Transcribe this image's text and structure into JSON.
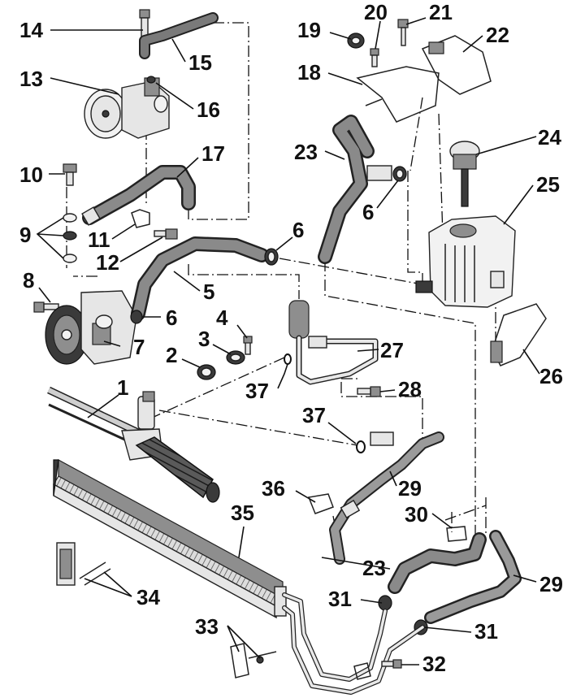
{
  "diagram": {
    "callouts": [
      {
        "id": "c14",
        "text": "14"
      },
      {
        "id": "c15",
        "text": "15"
      },
      {
        "id": "c13",
        "text": "13"
      },
      {
        "id": "c16",
        "text": "16"
      },
      {
        "id": "c17",
        "text": "17"
      },
      {
        "id": "c10",
        "text": "10"
      },
      {
        "id": "c9",
        "text": "9"
      },
      {
        "id": "c11",
        "text": "11"
      },
      {
        "id": "c12",
        "text": "12"
      },
      {
        "id": "c8",
        "text": "8"
      },
      {
        "id": "c5",
        "text": "5"
      },
      {
        "id": "c6a",
        "text": "6"
      },
      {
        "id": "c6b",
        "text": "6"
      },
      {
        "id": "c6c",
        "text": "6"
      },
      {
        "id": "c7",
        "text": "7"
      },
      {
        "id": "c4",
        "text": "4"
      },
      {
        "id": "c3",
        "text": "3"
      },
      {
        "id": "c2",
        "text": "2"
      },
      {
        "id": "c1",
        "text": "1"
      },
      {
        "id": "c37a",
        "text": "37"
      },
      {
        "id": "c37b",
        "text": "37"
      },
      {
        "id": "c19",
        "text": "19"
      },
      {
        "id": "c20",
        "text": "20"
      },
      {
        "id": "c21",
        "text": "21"
      },
      {
        "id": "c22",
        "text": "22"
      },
      {
        "id": "c18",
        "text": "18"
      },
      {
        "id": "c23a",
        "text": "23"
      },
      {
        "id": "c23b",
        "text": "23"
      },
      {
        "id": "c24",
        "text": "24"
      },
      {
        "id": "c25",
        "text": "25"
      },
      {
        "id": "c26",
        "text": "26"
      },
      {
        "id": "c27",
        "text": "27"
      },
      {
        "id": "c28",
        "text": "28"
      },
      {
        "id": "c29a",
        "text": "29"
      },
      {
        "id": "c29b",
        "text": "29"
      },
      {
        "id": "c30",
        "text": "30"
      },
      {
        "id": "c36",
        "text": "36"
      },
      {
        "id": "c35",
        "text": "35"
      },
      {
        "id": "c34",
        "text": "34"
      },
      {
        "id": "c33",
        "text": "33"
      },
      {
        "id": "c31a",
        "text": "31"
      },
      {
        "id": "c31b",
        "text": "31"
      },
      {
        "id": "c32",
        "text": "32"
      }
    ]
  }
}
